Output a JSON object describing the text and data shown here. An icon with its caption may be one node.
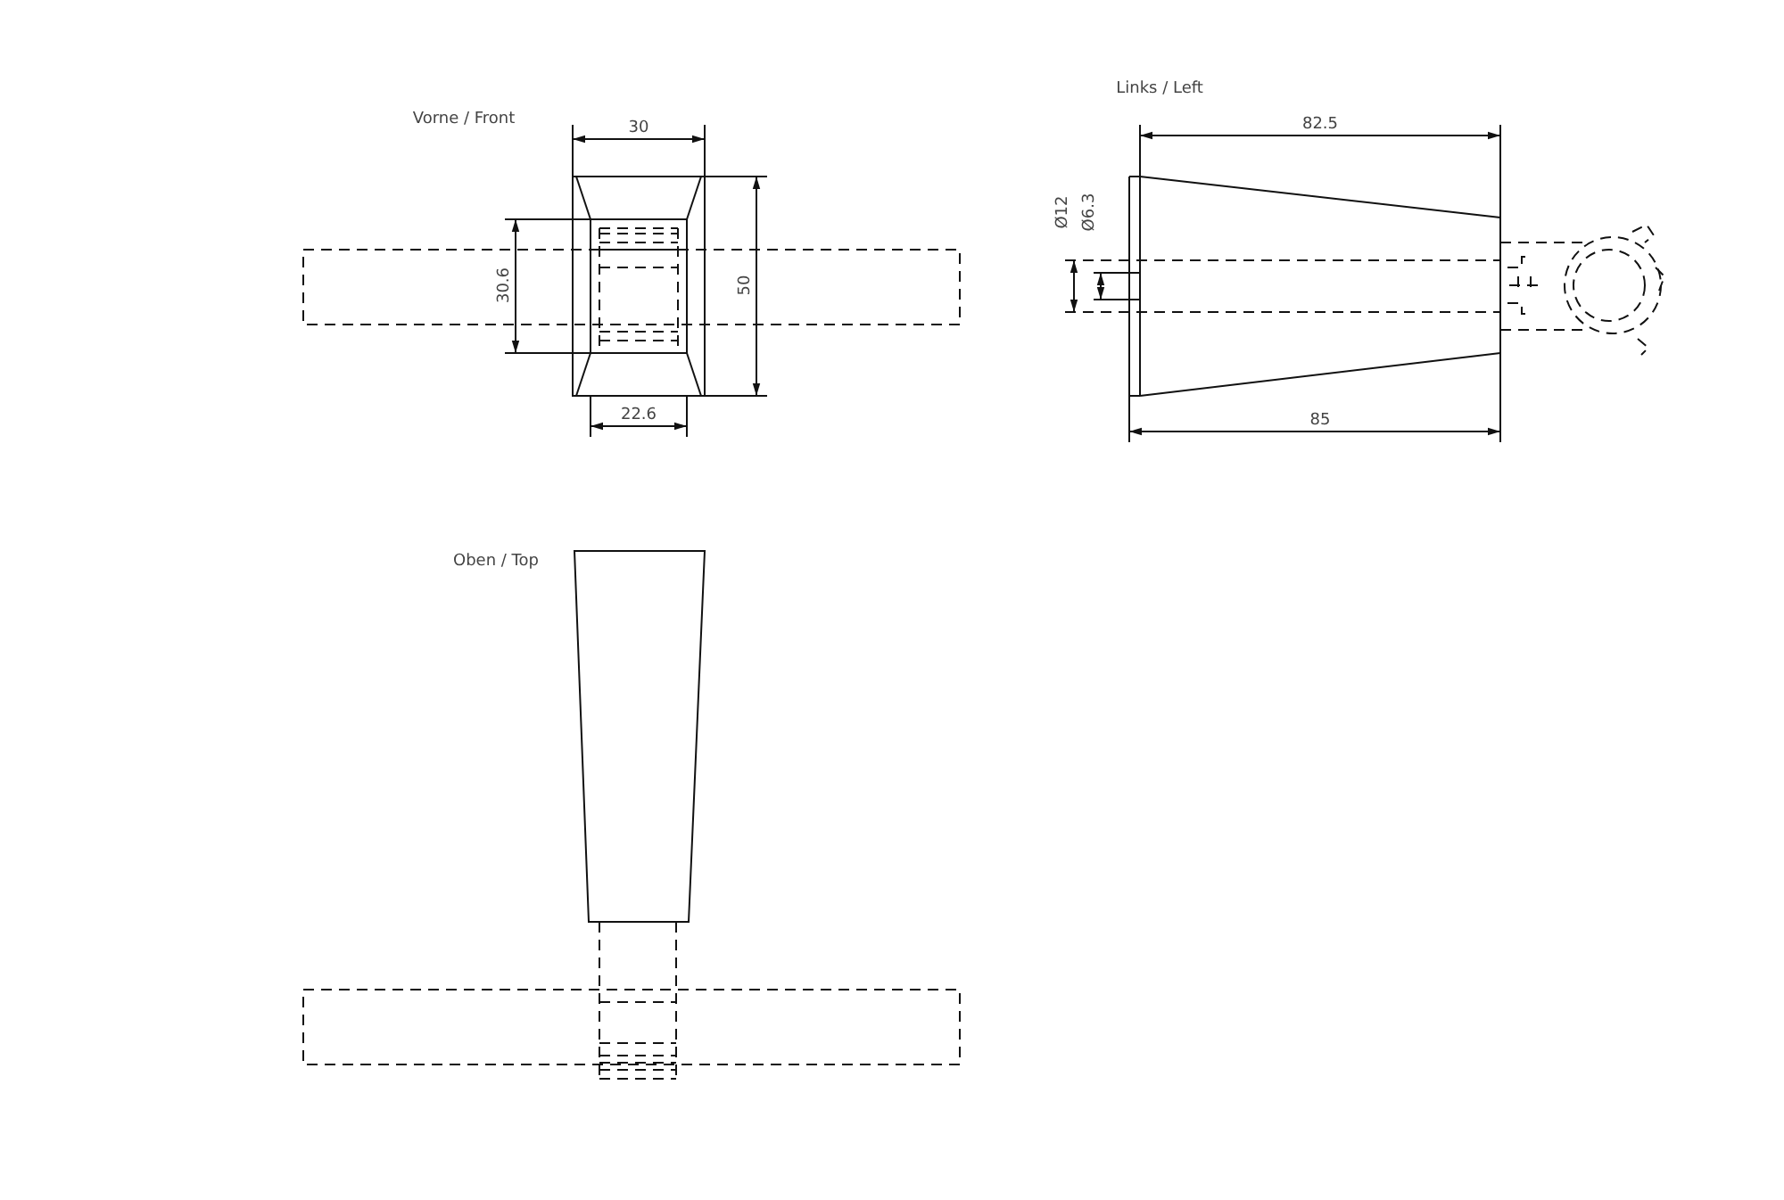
{
  "diagram": {
    "labels": [
      "Vorne / Front",
      "30",
      "30.6",
      "50",
      "22.6",
      "Links / Left",
      "82.5",
      "Ø12",
      "Ø6.3",
      "85",
      "Oben / Top"
    ]
  }
}
